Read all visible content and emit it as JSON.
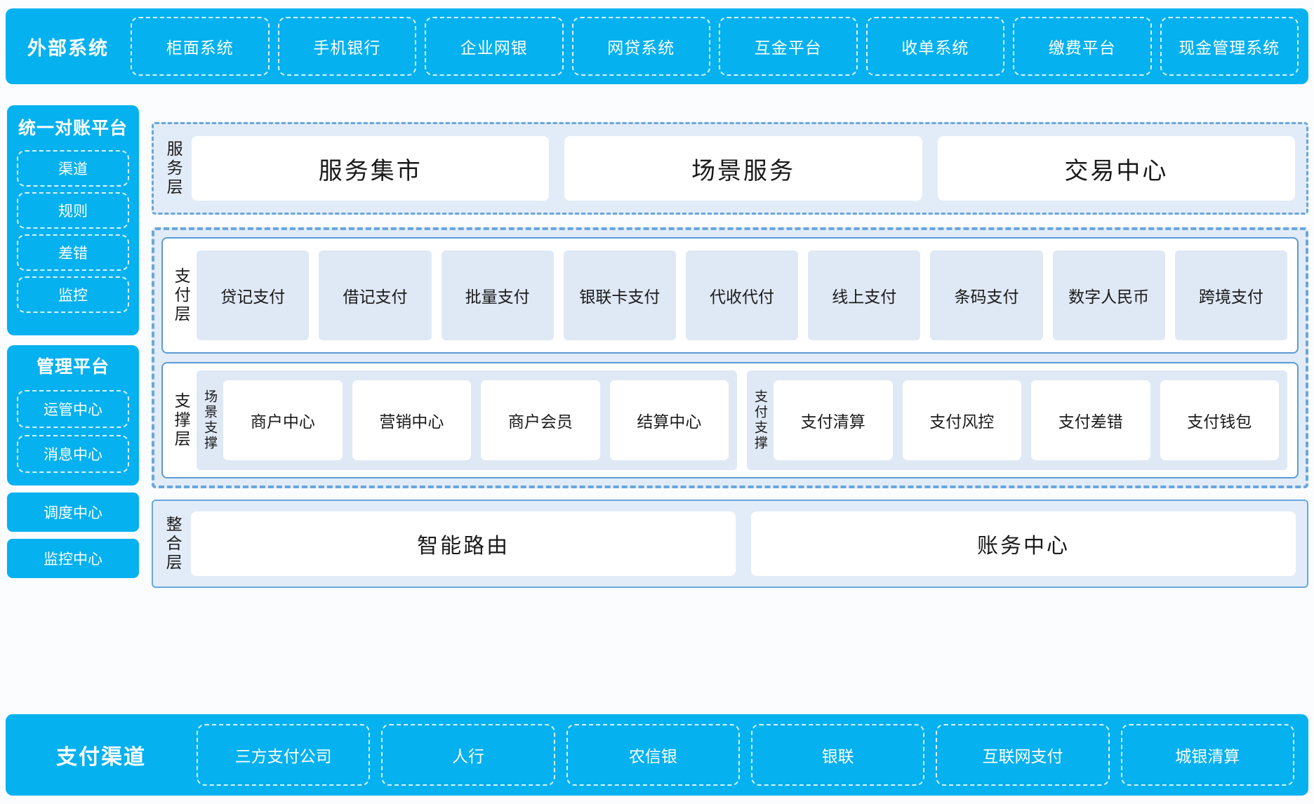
{
  "colors": {
    "brand_cyan": "#05b1ef",
    "panel_fill": "#e2ecf8",
    "panel_border": "#6aa6dd",
    "card_fill": "#dfe9f5",
    "page_bg": "#fafcfe",
    "text_dark": "#1a1a1a"
  },
  "external": {
    "title": "外部系统",
    "items": [
      "柜面系统",
      "手机银行",
      "企业网银",
      "网贷系统",
      "互金平台",
      "收单系统",
      "缴费平台",
      "现金管理系统"
    ]
  },
  "sidebar": {
    "reconciliation": {
      "title": "统一对账平台",
      "items": [
        "渠道",
        "规则",
        "差错",
        "监控"
      ]
    },
    "management": {
      "title": "管理平台",
      "items": [
        "运管中心",
        "消息中心"
      ]
    },
    "standalone": [
      "调度中心",
      "监控中心"
    ]
  },
  "service_layer": {
    "label": "服务层",
    "cards": [
      "服务集市",
      "场景服务",
      "交易中心"
    ]
  },
  "payment_layer": {
    "label": "支付层",
    "items": [
      "贷记支付",
      "借记支付",
      "批量支付",
      "银联卡支付",
      "代收代付",
      "线上支付",
      "条码支付",
      "数字人民币",
      "跨境支付"
    ]
  },
  "support_layer": {
    "label": "支撑层",
    "groups": [
      {
        "label": "场景支撑",
        "items": [
          "商户中心",
          "营销中心",
          "商户会员",
          "结算中心"
        ]
      },
      {
        "label": "支付支撑",
        "items": [
          "支付清算",
          "支付风控",
          "支付差错",
          "支付钱包"
        ]
      }
    ]
  },
  "integration_layer": {
    "label": "整合层",
    "cards": [
      "智能路由",
      "账务中心"
    ]
  },
  "channels": {
    "title": "支付渠道",
    "items": [
      "三方支付公司",
      "人行",
      "农信银",
      "银联",
      "互联网支付",
      "城银清算"
    ]
  }
}
